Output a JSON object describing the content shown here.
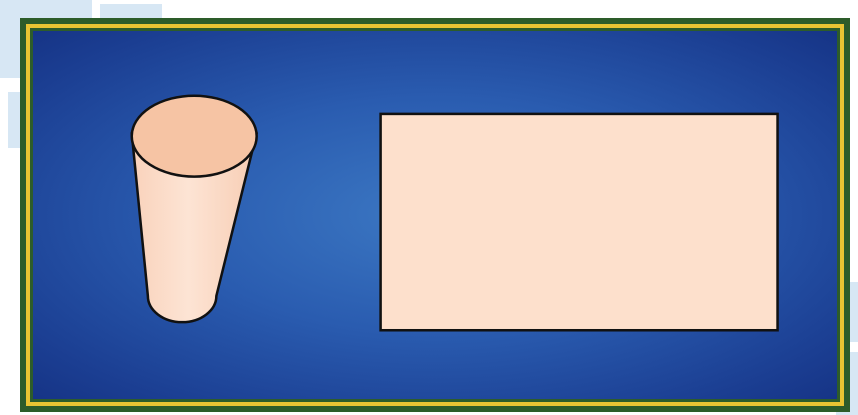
{
  "colors": {
    "frame_green": "#2d5c2a",
    "frame_yellow": "#e9c433",
    "board_blue": "#2a5cb0",
    "shape_fill": "#fde0cc",
    "shape_top_fill": "#f6c4a4",
    "outline": "#111111",
    "background_square": "#d7e7f4"
  },
  "shapes": [
    {
      "type": "cylinder",
      "name": "cylinder"
    },
    {
      "type": "rectangle",
      "name": "rectangle"
    }
  ]
}
